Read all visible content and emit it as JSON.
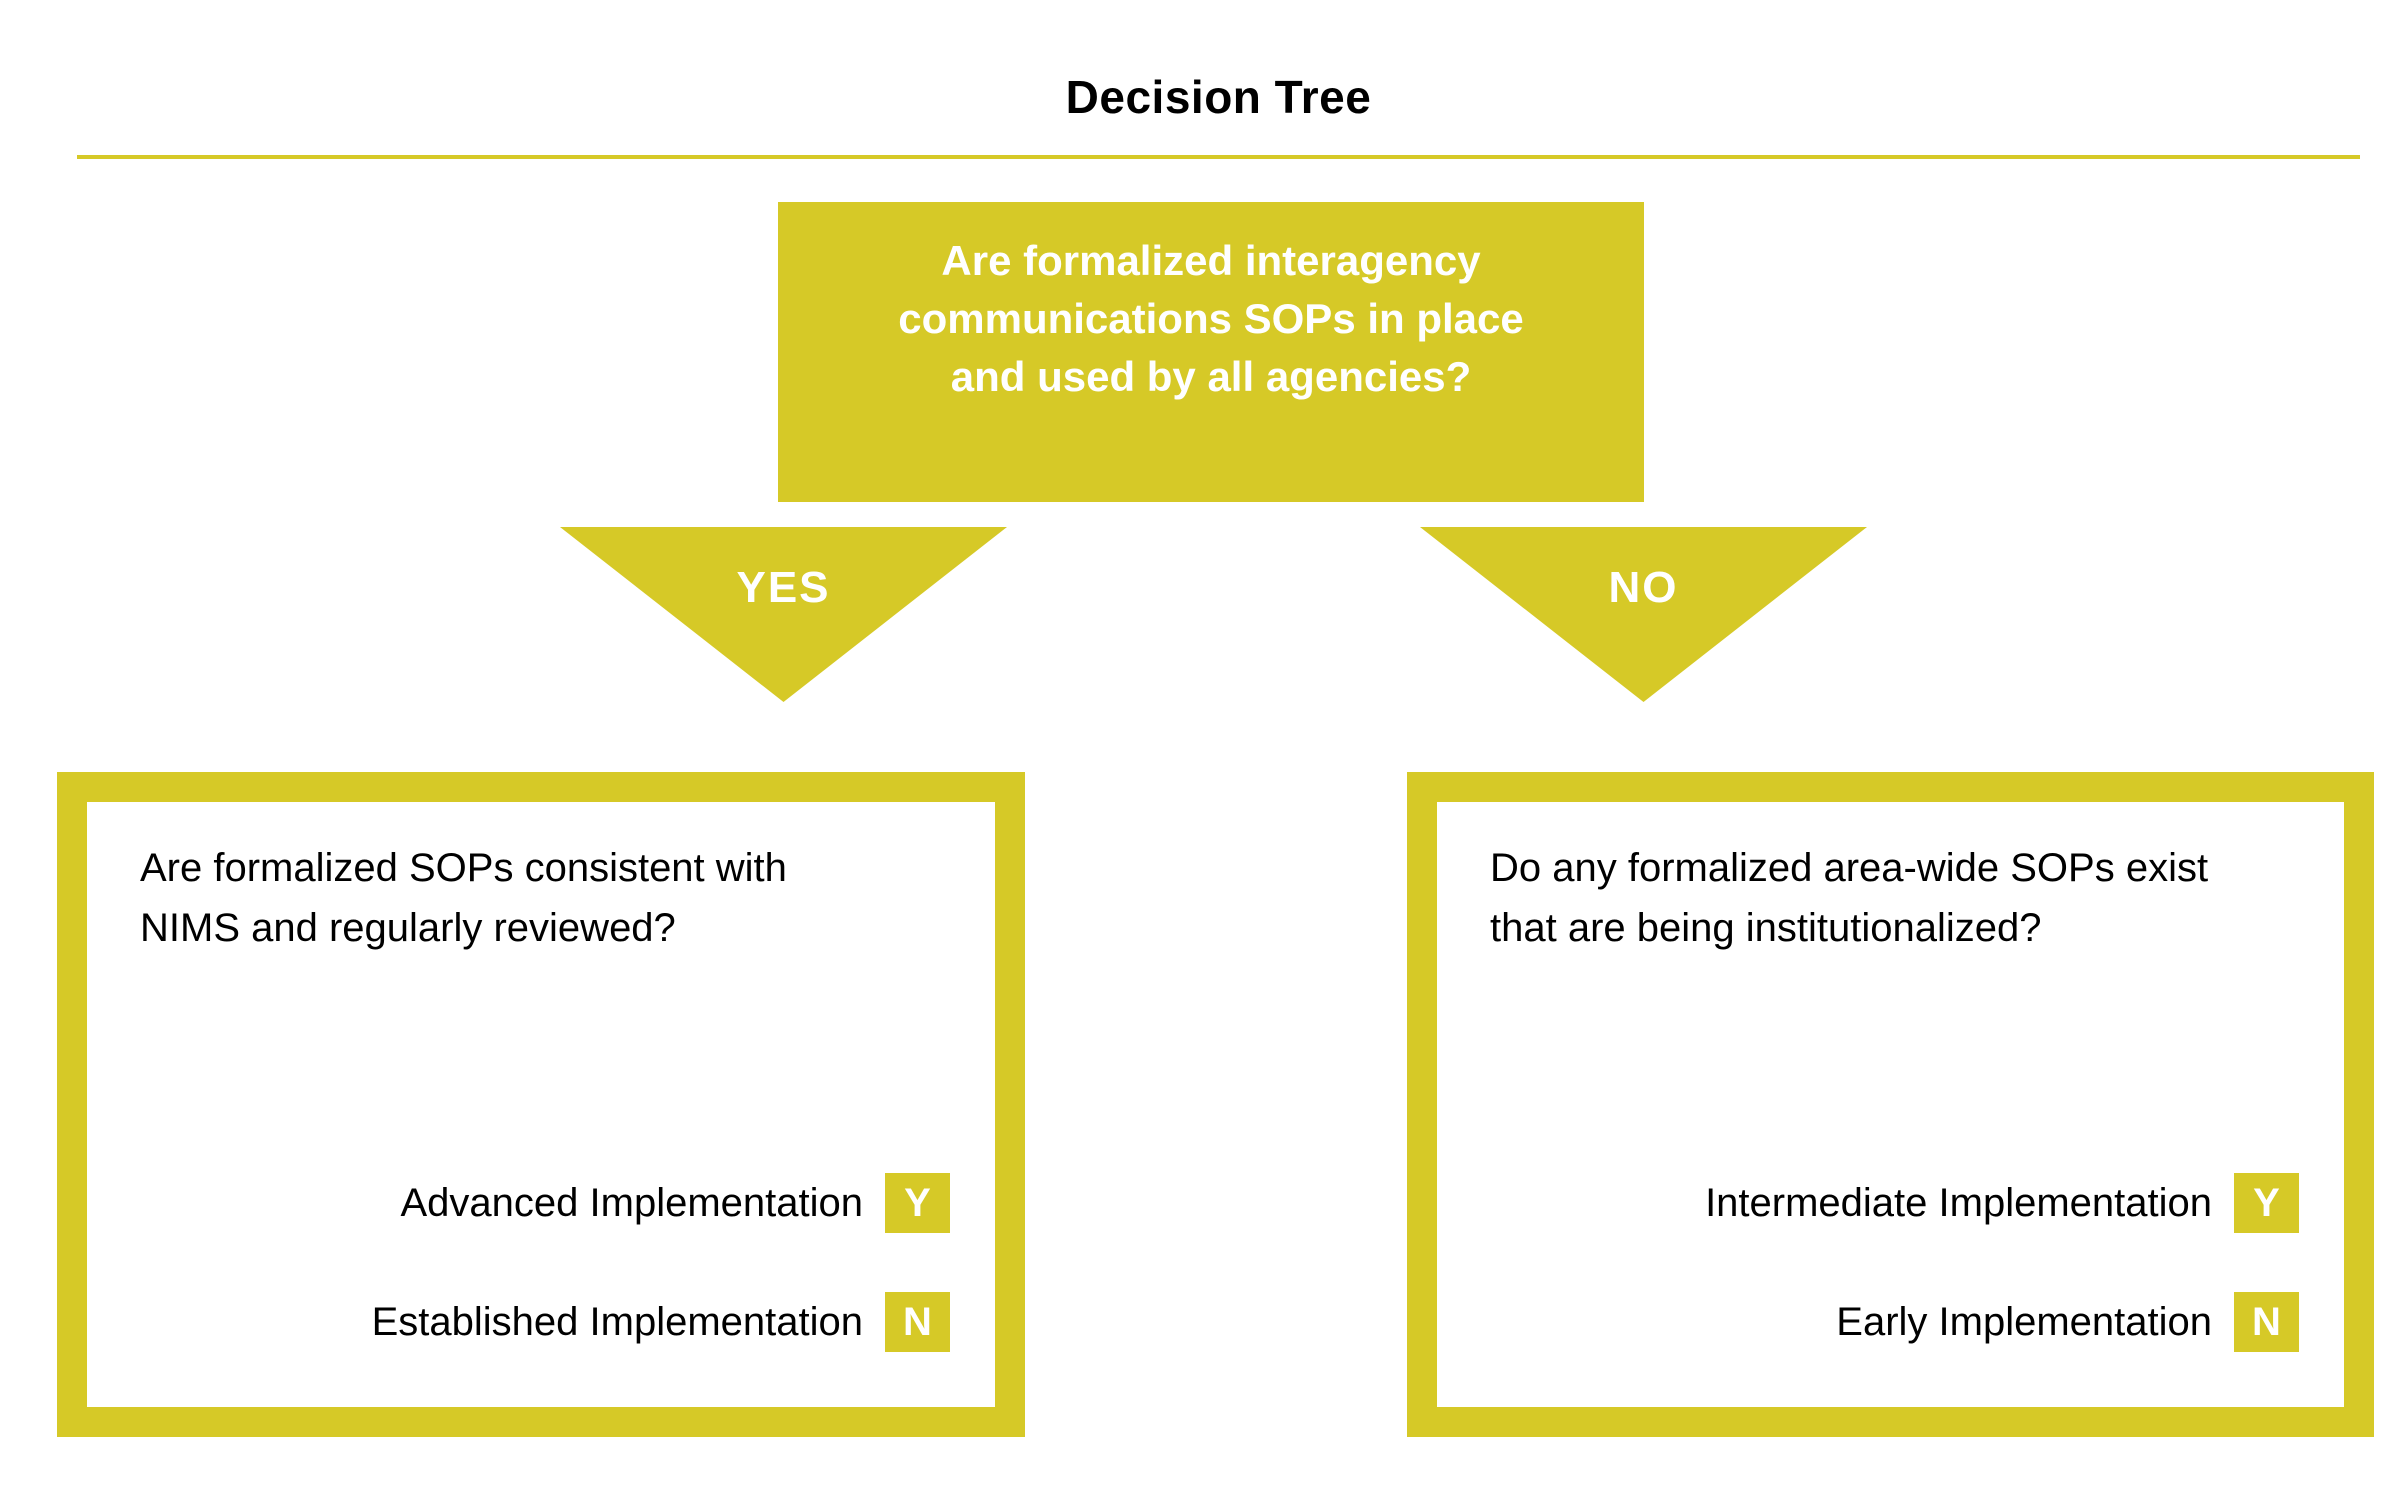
{
  "title": "Decision Tree",
  "root": {
    "question": "Are formalized interagency communications SOPs in place and used by all agencies?"
  },
  "branches": [
    {
      "label": "YES",
      "question": "Are formalized SOPs consistent with NIMS and regularly reviewed?",
      "outcomes": [
        {
          "label": "Advanced Implementation",
          "badge": "Y"
        },
        {
          "label": "Established Implementation",
          "badge": "N"
        }
      ]
    },
    {
      "label": "NO",
      "question": "Do any formalized area-wide SOPs exist that are being institutionalized?",
      "outcomes": [
        {
          "label": "Intermediate Implementation",
          "badge": "Y"
        },
        {
          "label": "Early Implementation",
          "badge": "N"
        }
      ]
    }
  ],
  "colors": {
    "accent_yellow": "#d6c927",
    "text_black": "#000000",
    "text_white": "#ffffff"
  }
}
